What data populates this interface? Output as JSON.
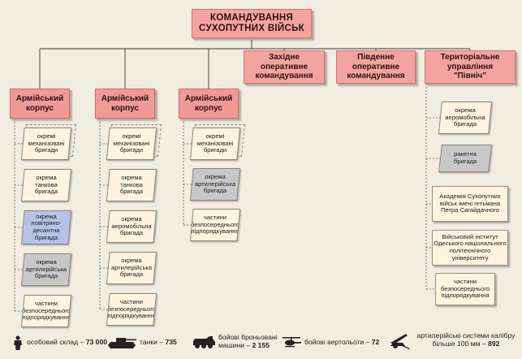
{
  "top": {
    "line1": "КОМАНДУВАННЯ",
    "line2": "СУХОПУТНИХ ВІЙСЬК"
  },
  "commands": [
    {
      "lines": [
        "Західне",
        "оперативне",
        "командування"
      ]
    },
    {
      "lines": [
        "Південне",
        "оперативне",
        "командування"
      ]
    },
    {
      "lines": [
        "Територіальне",
        "управління",
        "\"Північ\""
      ]
    }
  ],
  "corps": [
    {
      "lines": [
        "Армійський",
        "корпус"
      ],
      "units": [
        {
          "lines": [
            "окремі",
            "механізовані",
            "бригади"
          ],
          "style": "plain",
          "stacked": true
        },
        {
          "lines": [
            "окрема",
            "танкова",
            "бригада"
          ],
          "style": "plain"
        },
        {
          "lines": [
            "окрема",
            "повітряно-",
            "десантна",
            "бригада"
          ],
          "style": "blue"
        },
        {
          "lines": [
            "окрема",
            "артилерійська",
            "бригада"
          ],
          "style": "grey"
        },
        {
          "lines": [
            "частини",
            "безпосереднього",
            "підпорядкування"
          ],
          "style": "plain"
        }
      ]
    },
    {
      "lines": [
        "Армійський",
        "корпус"
      ],
      "units": [
        {
          "lines": [
            "окремі",
            "механізовані",
            "бригади"
          ],
          "style": "plain",
          "stacked": true
        },
        {
          "lines": [
            "окрема",
            "танкова",
            "бригада"
          ],
          "style": "plain"
        },
        {
          "lines": [
            "окрема",
            "аеромобільна",
            "бригада"
          ],
          "style": "plain"
        },
        {
          "lines": [
            "окрема",
            "артилерійська",
            "бригада"
          ],
          "style": "plain"
        },
        {
          "lines": [
            "частини",
            "безпосереднього",
            "підпорядкування"
          ],
          "style": "plain"
        }
      ]
    },
    {
      "lines": [
        "Армійський",
        "корпус"
      ],
      "units": [
        {
          "lines": [
            "окремі",
            "механізовані",
            "бригади"
          ],
          "style": "plain",
          "stacked": true
        },
        {
          "lines": [
            "окрема",
            "артилерійська",
            "бригада"
          ],
          "style": "grey"
        },
        {
          "lines": [
            "частини",
            "безпосереднього",
            "підпорядкування"
          ],
          "style": "plain"
        }
      ]
    }
  ],
  "north_units": [
    {
      "lines": [
        "окрема",
        "аеромобільна",
        "бригада"
      ],
      "style": "plain",
      "shape": "skew"
    },
    {
      "lines": [
        "ракетна",
        "бригада"
      ],
      "style": "grey",
      "shape": "skew"
    },
    {
      "lines": [
        "Академія Сухопутних",
        "військ імені гетьмана",
        "Петра Сагайдачного"
      ],
      "style": "plain",
      "shape": "rect"
    },
    {
      "lines": [
        "Військовий інститут",
        "Одеського національного",
        "політехнічного",
        "університету"
      ],
      "style": "plain",
      "shape": "rect"
    },
    {
      "lines": [
        "частини",
        "безпосереднього",
        "підпорядкування"
      ],
      "style": "plain",
      "shape": "rect"
    }
  ],
  "stats": [
    {
      "icon": "soldier-icon",
      "label": "особовий склад –",
      "value": "73 000"
    },
    {
      "icon": "tank-icon",
      "label": "танки –",
      "value": "735"
    },
    {
      "icon": "armored-vehicle-icon",
      "label": "бойові броньовані машини –",
      "value": "2 155"
    },
    {
      "icon": "helicopter-icon",
      "label": "бойові вертольоти –",
      "value": "72"
    },
    {
      "icon": "artillery-icon",
      "label": "артилерійські системи калібру більше 100 мм –",
      "value": "892"
    }
  ],
  "colors": {
    "command": "#f4a4a0",
    "unit": "#fdf3df",
    "airborne": "#b9c4e6",
    "artillery": "#c9c9c9",
    "background": "#f1ede0"
  }
}
